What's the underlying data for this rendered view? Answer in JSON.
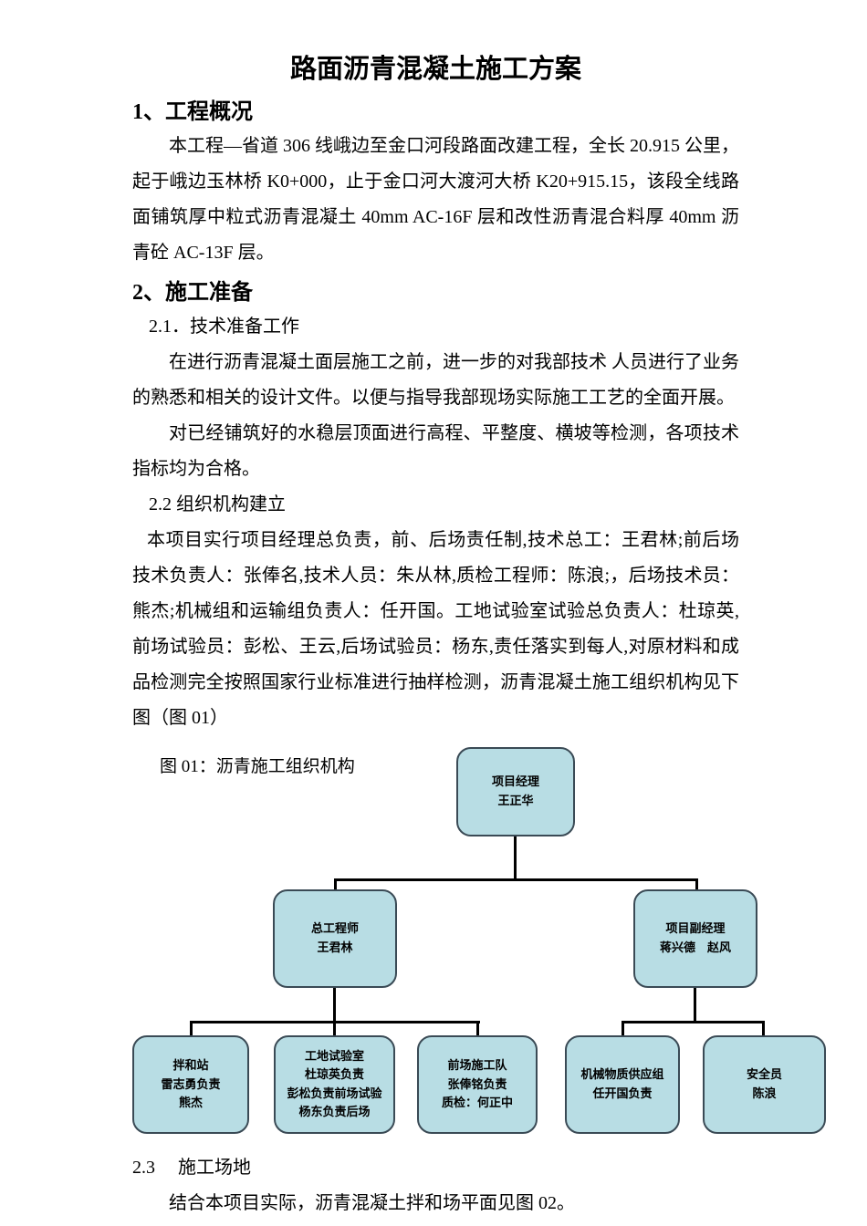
{
  "doc": {
    "title": "路面沥青混凝土施工方案",
    "s1": {
      "heading": "1、工程概况",
      "para": "本工程—省道 306 线峨边至金口河段路面改建工程，全长 20.915 公里，起于峨边玉林桥 K0+000，止于金口河大渡河大桥 K20+915.15，该段全线路面铺筑厚中粒式沥青混凝土 40mm AC-16F 层和改性沥青混合料厚 40mm 沥青砼 AC-13F 层。"
    },
    "s2": {
      "heading": "2、施工准备",
      "sub1_heading": "2.1．技术准备工作",
      "sub1_para1": "在进行沥青混凝土面层施工之前，进一步的对我部技术 人员进行了业务的熟悉和相关的设计文件。以便与指导我部现场实际施工工艺的全面开展。",
      "sub1_para2": "对已经铺筑好的水稳层顶面进行高程、平整度、横坡等检测，各项技术指标均为合格。",
      "sub2_heading": "2.2 组织机构建立",
      "sub2_para": "本项目实行项目经理总负责，前、后场责任制,技术总工：王君林;前后场技术负责人：张俸名,技术人员：朱从林,质检工程师：陈浪;，后场技术员：熊杰;机械组和运输组负责人：任开国。工地试验室试验总负责人：杜琼英,前场试验员：彭松、王云,后场试验员：杨东,责任落实到每人,对原材料和成品检测完全按照国家行业标准进行抽样检测，沥青混凝土施工组织机构见下图（图 01）",
      "sub3_heading": "2.3　 施工场地",
      "sub3_para": "结合本项目实际，沥青混凝土拌和场平面见图 02。"
    }
  },
  "chart": {
    "caption": "图 01：沥青施工组织机构",
    "root": "项目经理\n王正华",
    "chief_engineer": "总工程师\n王君林",
    "deputy_manager": "项目副经理\n蒋兴德　赵风",
    "mixing_station": "拌和站\n雷志勇负责\n熊杰",
    "site_lab": "工地试验室\n杜琼英负责\n彭松负责前场试验\n杨东负责后场",
    "front_crew": "前场施工队\n张俸铭负责\n质检：何正中",
    "machinery_supply": "机械物质供应组\n任开国负责",
    "safety_officer": "安全员\n陈浪"
  },
  "colors": {
    "node_fill": "#b8dde4",
    "node_border": "#3a4a55",
    "connector": "#000000",
    "page_background": "#ffffff"
  }
}
